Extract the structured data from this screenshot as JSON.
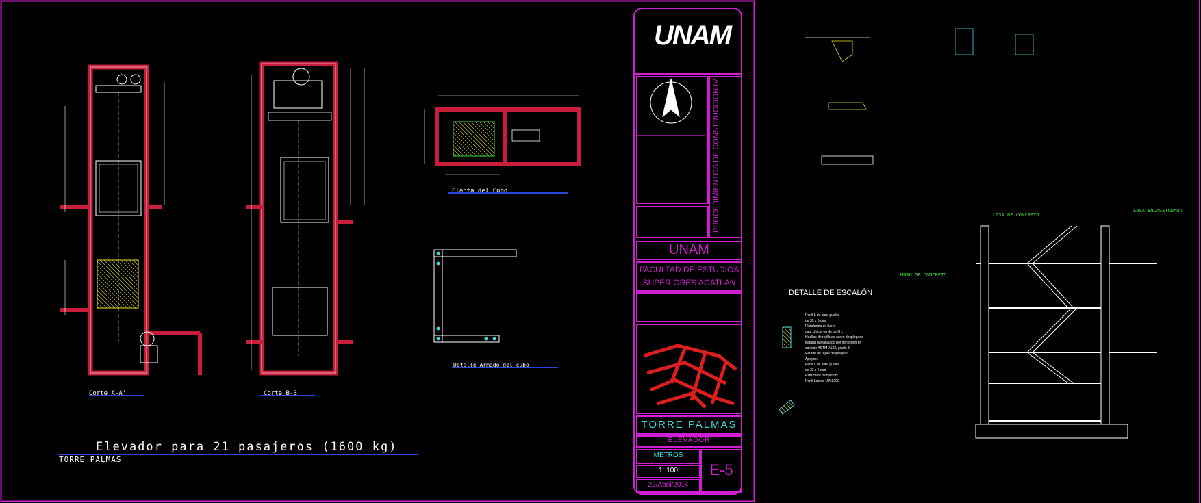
{
  "sheet": {
    "main_title": "Elevador para 21 pasajeros (1600 kg)",
    "subtitle": "TORRE PALMAS",
    "colors": {
      "frame": "#d21ed2",
      "wall": "#c81e3c",
      "line": "#ffffff",
      "label_green": "#3cdc3c",
      "label_yellow": "#e6e632",
      "cyan": "#3cdcdc",
      "title_blue": "#2846dc",
      "hatch_red": "#dc1e1e"
    }
  },
  "views": {
    "section_a": "Corte A-A'",
    "section_b": "Corte B-B'",
    "plan": "Planta del Cubo",
    "detail_cubo": "Detalle Armado del cubo",
    "stair_step": "DETALLE DE ESCALÓN"
  },
  "stair_labels": {
    "loza_concreto": "LOSA DE CONCRETO",
    "losa_encasetonada": "LOSA ENCASETONADA",
    "muro_concreto": "MURO DE CONCRETO"
  },
  "step_notes": [
    "Perfil L de alas iguales",
    "de 32 x 6 mm.",
    "Plataforma de barra",
    "cap. Unica, en de perfil L",
    "Huellas de rejilla de acero desplegado",
    "tratada galvanizado por inmersion en",
    "caliente ASTM A123, grado 3",
    "Peralte de rejilla desplegado",
    "Apoyos:",
    "Perfil L de alas iguales",
    "de 32 x 6 mm.",
    "Estructura de fijación:",
    "Perfil Lateral UPN 200"
  ],
  "title_block": {
    "logo_text": "UNAM",
    "vertical_title": "PROCEDIMIENTOS DE CONSTRUCCION IV",
    "institution": "UNAM",
    "faculty_line1": "FACULTAD DE ESTUDIOS",
    "faculty_line2": "SUPERIORES ACATLAN",
    "project": "TORRE PALMAS",
    "drawing_name": "ELEVADOR",
    "units": "METROS",
    "scale": "1: 100",
    "date": "22/Abril/2014",
    "sheet_number": "E-5"
  }
}
